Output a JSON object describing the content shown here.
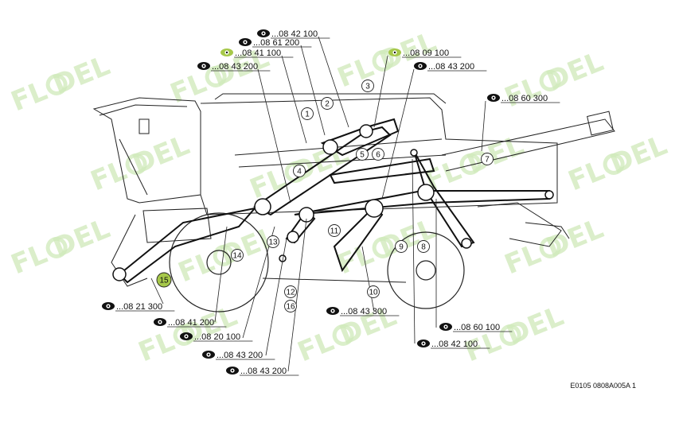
{
  "watermark": {
    "text": "FL DEL",
    "color": "#cfe9b9"
  },
  "highlight_color": "#a6c84a",
  "eye_icon": "eye-icon",
  "callouts": [
    {
      "id": "r1",
      "text": "...08 42 100",
      "active": false
    },
    {
      "id": "r2",
      "text": "...08 61 200",
      "active": false
    },
    {
      "id": "r3",
      "text": "...08 41 100",
      "active": true
    },
    {
      "id": "r4",
      "text": "...08 43 200",
      "active": false
    },
    {
      "id": "r5",
      "text": "...08 09 100",
      "active": true
    },
    {
      "id": "r6",
      "text": "...08 43 200",
      "active": false
    },
    {
      "id": "r7",
      "text": "...08 60 300",
      "active": false
    },
    {
      "id": "r8",
      "text": "...08 21 300",
      "active": false
    },
    {
      "id": "r9",
      "text": "...08 41 200",
      "active": false
    },
    {
      "id": "r10",
      "text": "...08 20 100",
      "active": false
    },
    {
      "id": "r11",
      "text": "...08 43 200",
      "active": false
    },
    {
      "id": "r12",
      "text": "...08 43 200",
      "active": false
    },
    {
      "id": "r13",
      "text": "...08 43 300",
      "active": false
    },
    {
      "id": "r14",
      "text": "...08 60 100",
      "active": false
    },
    {
      "id": "r15",
      "text": "...08 42 100",
      "active": false
    }
  ],
  "numbers": [
    "1",
    "2",
    "3",
    "4",
    "5",
    "6",
    "7",
    "8",
    "9",
    "10",
    "11",
    "12",
    "13",
    "14",
    "15",
    "16"
  ],
  "highlighted_number": "15",
  "footer_code": "E0105 0808A005A 1"
}
